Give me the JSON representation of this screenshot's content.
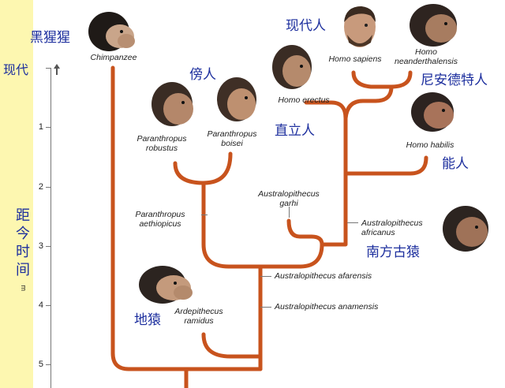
{
  "axis": {
    "present_label": "现代",
    "time_label": "距今时间",
    "unit_mark": "m",
    "ticks": [
      "1",
      "2",
      "3",
      "4",
      "5"
    ]
  },
  "chinese_labels": {
    "chimpanzee": "黑猩猩",
    "modern_humans": "现代人",
    "paranthropus": "傍人",
    "neanderthal": "尼安德特人",
    "homo_erectus": "直立人",
    "homo_habilis": "能人",
    "australopithecus": "南方古猿",
    "ardipithecus": "地猿"
  },
  "species": {
    "chimpanzee": "Chimpanzee",
    "homo_sapiens": "Homo sapiens",
    "homo_neanderthalensis": "Homo\nneanderthalensis",
    "homo_erectus": "Homo erectus",
    "homo_habilis": "Homo habilis",
    "paranthropus_robustus": "Paranthropus\nrobustus",
    "paranthropus_boisei": "Paranthropus\nboisei",
    "paranthropus_aethiopicus": "Paranthropus\naethiopicus",
    "australopithecus_garhi": "Australopithecus\ngarhi",
    "australopithecus_africanus": "Australopithecus\nafricanus",
    "australopithecus_afarensis": "Australopithecus afarensis",
    "australopithecus_anamensis": "Australopithecus anamensis",
    "ardipithecus_ramidus": "Ardepithecus\nramidus"
  },
  "colors": {
    "branch": "#c8531d",
    "chinese_text": "#1d2f9e",
    "axis_band": "#fdf7b0",
    "skin_ape": "#6b4a34",
    "hair_dark": "#2b2420"
  }
}
